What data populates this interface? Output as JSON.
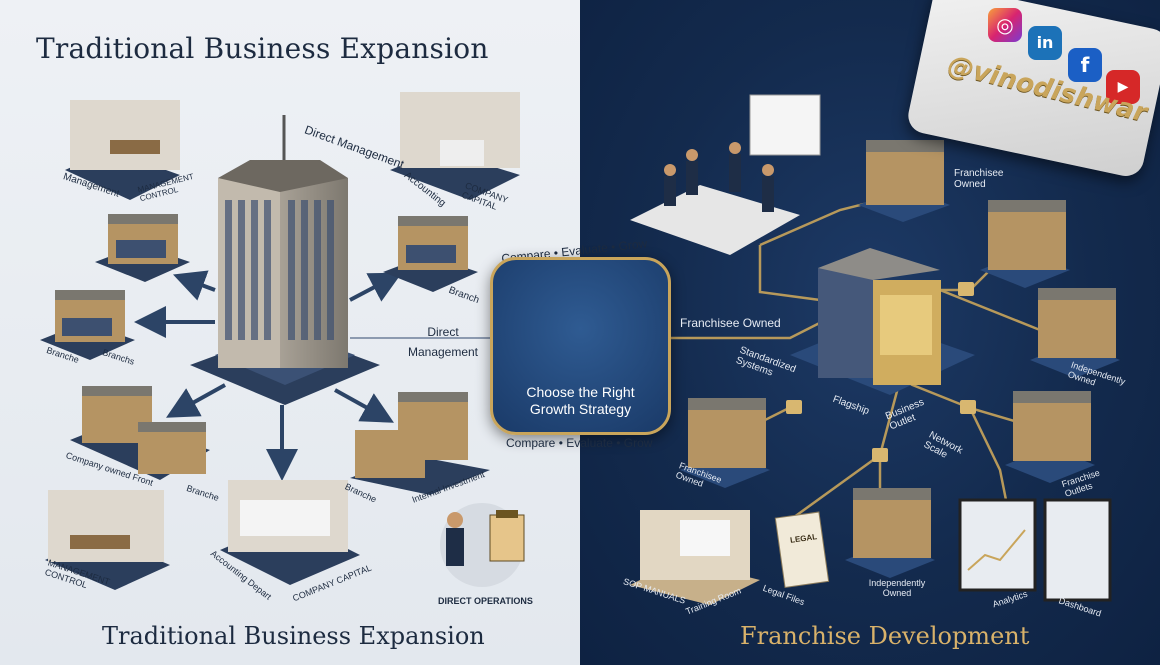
{
  "left": {
    "title_top": "Traditional Business Expansion",
    "title_bottom": "Traditional Business Expansion",
    "labels": {
      "management": "Management",
      "management_control_top": "MANAGEMENT CONTROL",
      "direct_management_top": "Direct Management",
      "accounting": "Accounting",
      "company_capital_top": "COMPANY CAPITAL",
      "branch_right": "Branch",
      "branche_left": "Branche",
      "branchs_left": "Branchs",
      "direct_management_mid": "Direct Management",
      "company_owned_front": "Company owned Front",
      "branche_bottom": "Branche",
      "branche_bottom_right": "Branche",
      "internal_investment": "Internal Investment",
      "management_control_bottom": "MANAGEMENT CONTROL",
      "accounting_depart": "Accounting Depart",
      "company_capital_bottom": "COMPANY CAPITAL",
      "direct_operations": "DIRECT OPERATIONS"
    }
  },
  "center": {
    "compare_top": "Compare • Evaluate • Grow",
    "compare_bottom": "Compare • Evaluate • Grow",
    "badge_line1": "Choose the Right",
    "badge_line2": "Growth Strategy"
  },
  "right": {
    "title_bottom": "Franchise Development",
    "handle": "@vinodishwar",
    "labels": {
      "franchisee_owned_top": "Franchisee Owned",
      "franchisee_owned_mid": "Franchisee Owned",
      "standardized_systems": "Standardized Systems",
      "flagship": "Flagship",
      "business_outlet": "Business Outlet",
      "independently_owned_right": "Independently Owned",
      "network_scale": "Network Scale",
      "franchisee_owned_left": "Franchisee Owned",
      "franchise_outlets": "Franchise Outlets",
      "sop_manuals": "SOP MANUALS",
      "training_room": "Training Room",
      "legal_files": "Legal Files",
      "independently_owned_bottom": "Independently Owned",
      "analytics": "Analytics",
      "dashboard": "Dashboard",
      "legal": "LEGAL"
    }
  },
  "social_icons": [
    "instagram-icon",
    "linkedin-icon",
    "facebook-icon",
    "youtube-icon"
  ],
  "colors": {
    "navy": "#132a4d",
    "gold": "#c9a55b",
    "left_bg": "#e9edf2",
    "arrow": "#2c4466"
  }
}
